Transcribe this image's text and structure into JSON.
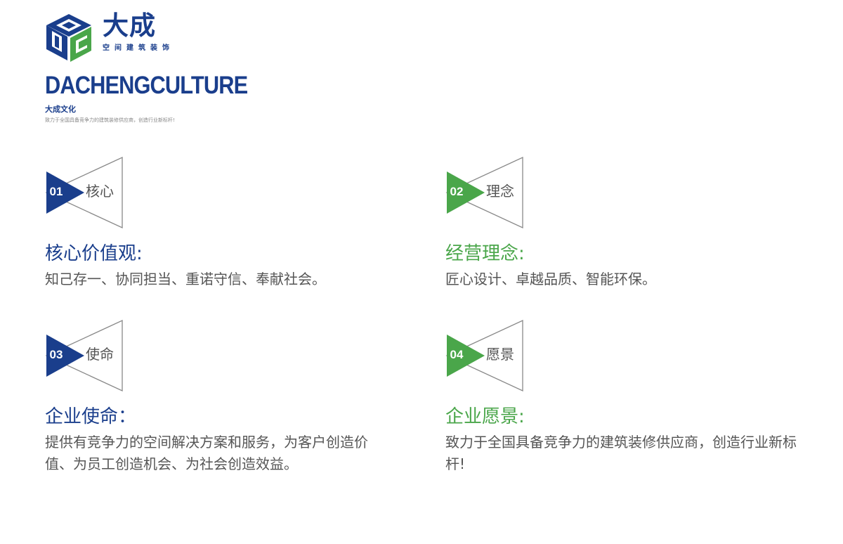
{
  "header": {
    "brand_cn": "大成",
    "brand_tag": "空间建筑装饰",
    "brand_en": "DACHENGCULTURE",
    "company_name": "大成文化",
    "slogan": "致力于全国具备竞争力的建筑装修供应商，创造行业新标杆!"
  },
  "colors": {
    "blue": "#1a3e8c",
    "green": "#4aa64a",
    "text_gray": "#555555",
    "outline_gray": "#888888"
  },
  "items": [
    {
      "num": "01",
      "label": "核心",
      "heading": "核心价值观:",
      "description": "知己存一、协同担当、重诺守信、奉献社会。",
      "accent": "blue"
    },
    {
      "num": "02",
      "label": "理念",
      "heading": "经营理念:",
      "description": "匠心设计、卓越品质、智能环保。",
      "accent": "green"
    },
    {
      "num": "03",
      "label": "使命",
      "heading": "企业使命：",
      "description": "提供有竞争力的空间解决方案和服务，为客户创造价值、为员工创造机会、为社会创造效益。",
      "accent": "blue"
    },
    {
      "num": "04",
      "label": "愿景",
      "heading": "企业愿景:",
      "description": "致力于全国具备竞争力的建筑装修供应商，创造行业新标杆!",
      "accent": "green"
    }
  ]
}
